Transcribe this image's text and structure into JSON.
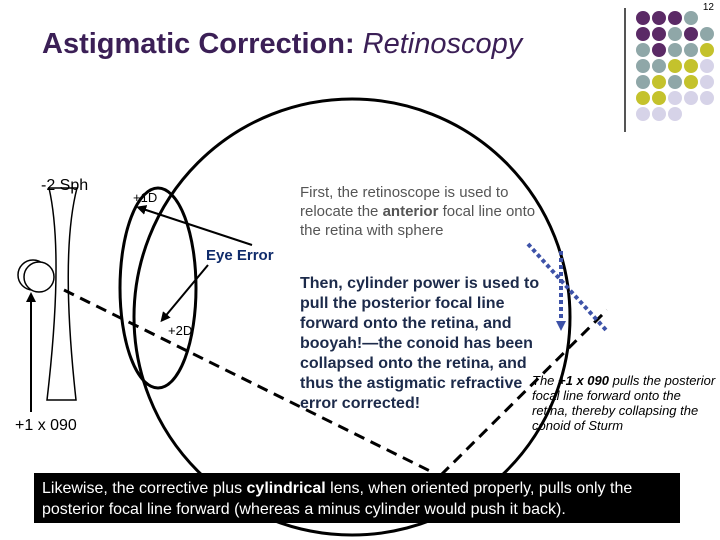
{
  "slide_number": "12",
  "title": {
    "main": "Astigmatic Correction: ",
    "italic": "Retinoscopy"
  },
  "labels": {
    "sphere": "-2 Sph",
    "plus_one_d": "+1D",
    "plus_two_d": "+2D",
    "eye_error": "Eye Error",
    "cylinder": "+1 x 090"
  },
  "text_first": {
    "before": "First, the retinoscope is used to relocate the ",
    "bold": "anterior",
    "after": " focal line onto the retina with sphere"
  },
  "text_then": {
    "before": "Then, cylinder power is used to pull the ",
    "bold": "posterior",
    "after": " focal line forward onto the retina, and booyah!—the conoid has been collapsed onto the retina, and thus the astigmatic refractive error corrected!"
  },
  "text_side": {
    "before": "The ",
    "bold": "+1 x 090",
    "after": " pulls the posterior focal line forward onto the retina, thereby collapsing the conoid of Sturm"
  },
  "bottom_box": {
    "before": "Likewise, the corrective plus ",
    "bold": "cylindrical",
    "after": " lens, when oriented properly, pulls only the posterior focal line forward (whereas a minus cylinder would push it back)."
  },
  "colors": {
    "title": "#3b1f56",
    "eye_error": "#0f2b6b",
    "purple_dot": "#5b2a66",
    "teal_dot": "#8fa7a8",
    "olive_dot": "#c4c22c",
    "lavender_dot": "#d6d3e8",
    "blue_dashed_line": "#3d52a8"
  },
  "icons": [
    "decorative-dot-grid"
  ]
}
